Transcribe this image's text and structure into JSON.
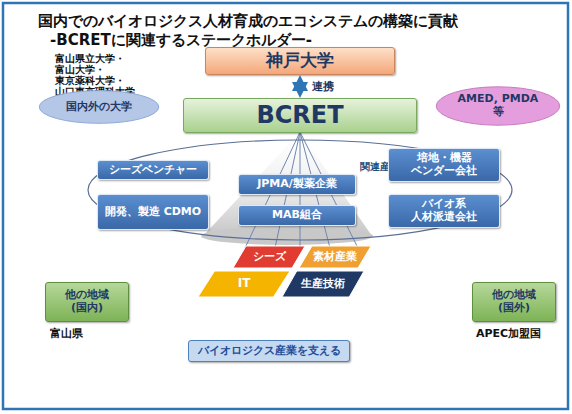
{
  "diagram": {
    "title": "国内でのバイオロジクス人材育成のエコシステムの構築に貢献",
    "nodes": [
      {
        "text": [
          "神戸大学"
        ]
      },
      {
        "text": [
          "BCRET"
        ]
      },
      {
        "text": [
          "国内外の大学"
        ]
      },
      {
        "text": [
          "AMED, PMDA 等"
        ]
      },
      {
        "text": [
          "シーズベンチャー"
        ]
      },
      {
        "text": [
          "開発、製造 CDMO"
        ]
      },
      {
        "text": [
          "JPMA/製薬企業"
        ]
      },
      {
        "text": [
          "MAB組合"
        ]
      },
      {
        "text": [
          "培地・機器 ベンダー会社"
        ]
      },
      {
        "text": [
          "バイオ系 人材派遣会社"
        ]
      },
      {
        "text": [
          "シーズ"
        ]
      },
      {
        "text": [
          "素材産業"
        ]
      },
      {
        "text": [
          "IT"
        ]
      },
      {
        "text": [
          "生産技術"
        ]
      },
      {
        "text": [
          "他の地域 (国内)"
        ]
      },
      {
        "text": [
          "他の地域 (国外)"
        ]
      },
      {
        "text": [
          "バイオロジクス産業を支える"
        ]
      }
    ],
    "edges": [
      {
        "from": 0,
        "to": 1,
        "label": "連携",
        "arrow": "both"
      }
    ],
    "labels": [
      "-BCRETに関連するステークホルダー-",
      "富山県立大学・",
      "富山大学・",
      "東京薬科大学・",
      "山口東京理科大学",
      "関連産業",
      "富山県",
      "APEC加盟国"
    ]
  }
}
